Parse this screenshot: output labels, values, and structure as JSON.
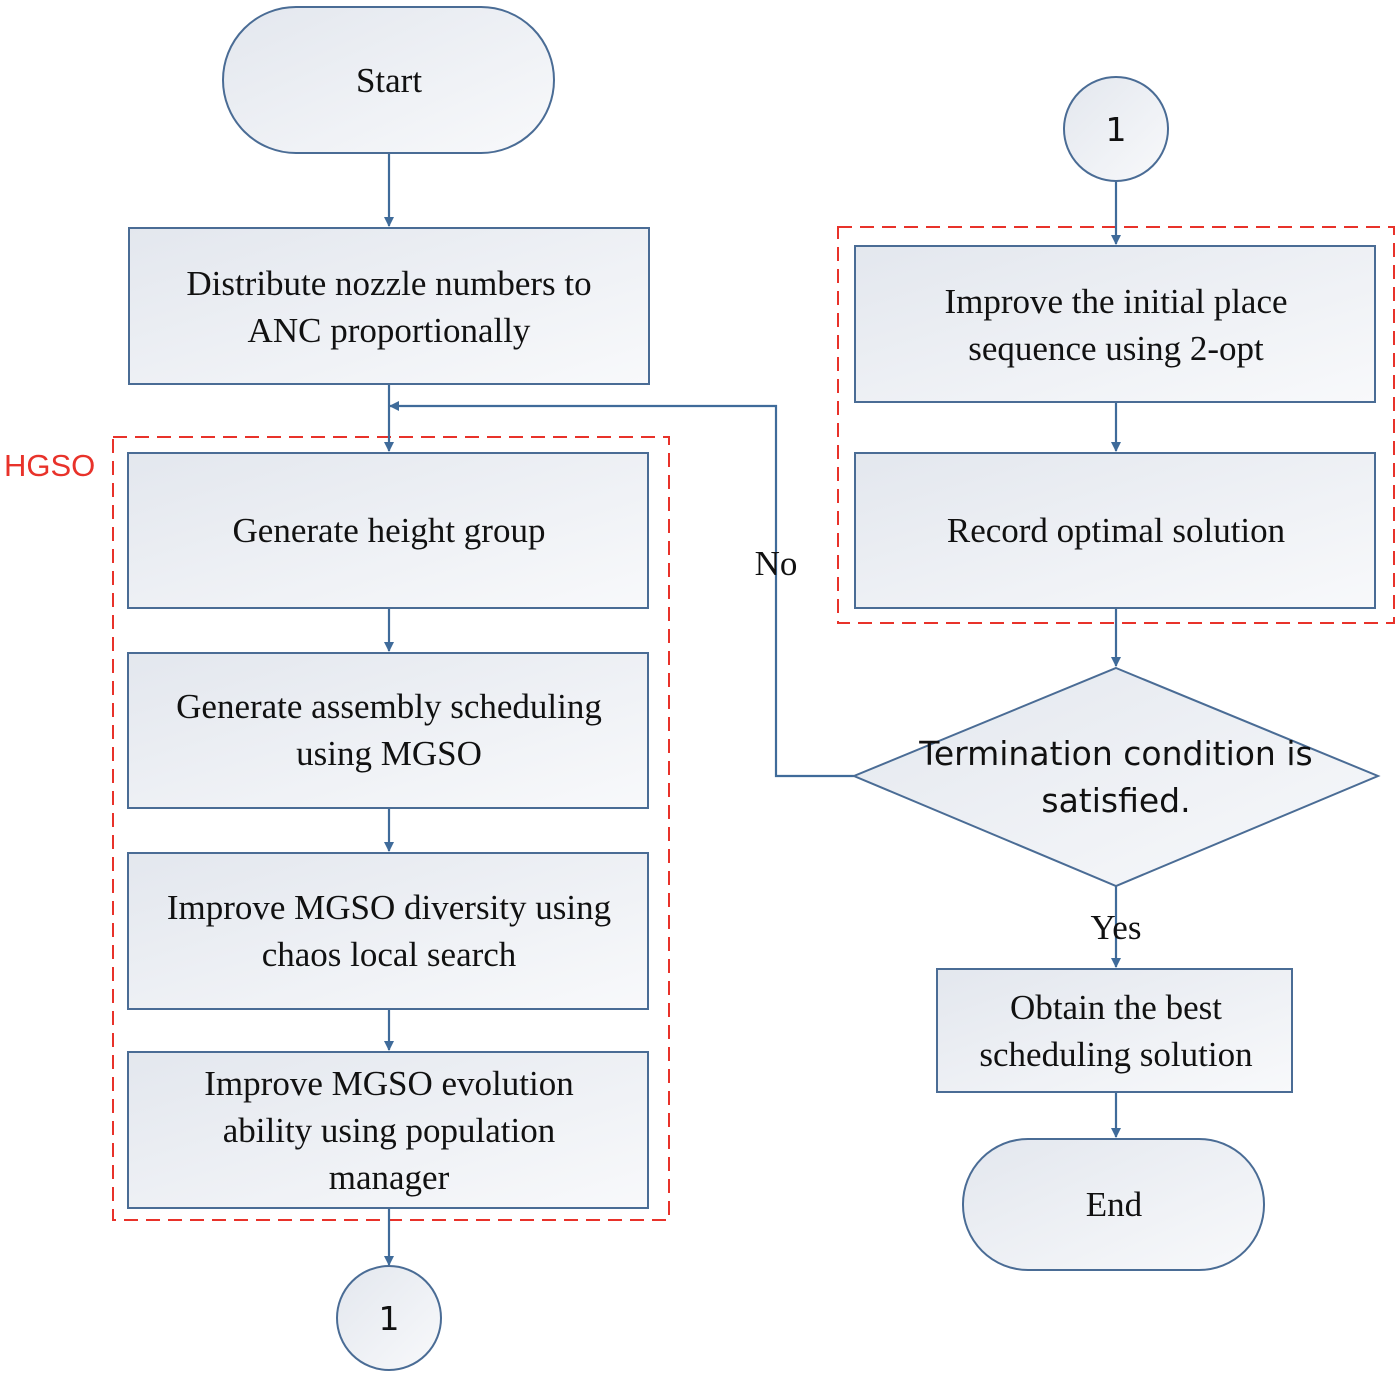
{
  "nodes": {
    "start": {
      "label": "Start"
    },
    "distribute": {
      "line1": "Distribute nozzle numbers to",
      "line2": "ANC proportionally"
    },
    "height_group": {
      "label": "Generate height group"
    },
    "assembly": {
      "line1": "Generate assembly scheduling",
      "line2": "using MGSO"
    },
    "diversity": {
      "line1": "Improve MGSO diversity using",
      "line2": "chaos local search"
    },
    "evolution": {
      "line1": "Improve MGSO evolution",
      "line2": "ability using population",
      "line3": "manager"
    },
    "connector_bottom": {
      "label": "1"
    },
    "connector_top": {
      "label": "1"
    },
    "two_opt": {
      "line1": "Improve the initial place",
      "line2": "sequence using 2-opt"
    },
    "record": {
      "label": "Record optimal solution"
    },
    "termination": {
      "line1": "Termination condition is",
      "line2": "satisfied."
    },
    "obtain": {
      "line1": "Obtain the best",
      "line2": "scheduling solution"
    },
    "end": {
      "label": "End"
    }
  },
  "edge_labels": {
    "no": "No",
    "yes": "Yes"
  },
  "groups": {
    "hgso": "HGSO"
  },
  "colors": {
    "box_stroke": "#4a6c95",
    "arrow": "#3f6b9a",
    "group_dash": "#e8322a",
    "box_fill_top": "#e6e9ef",
    "box_fill_bottom": "#f7f8fb"
  }
}
